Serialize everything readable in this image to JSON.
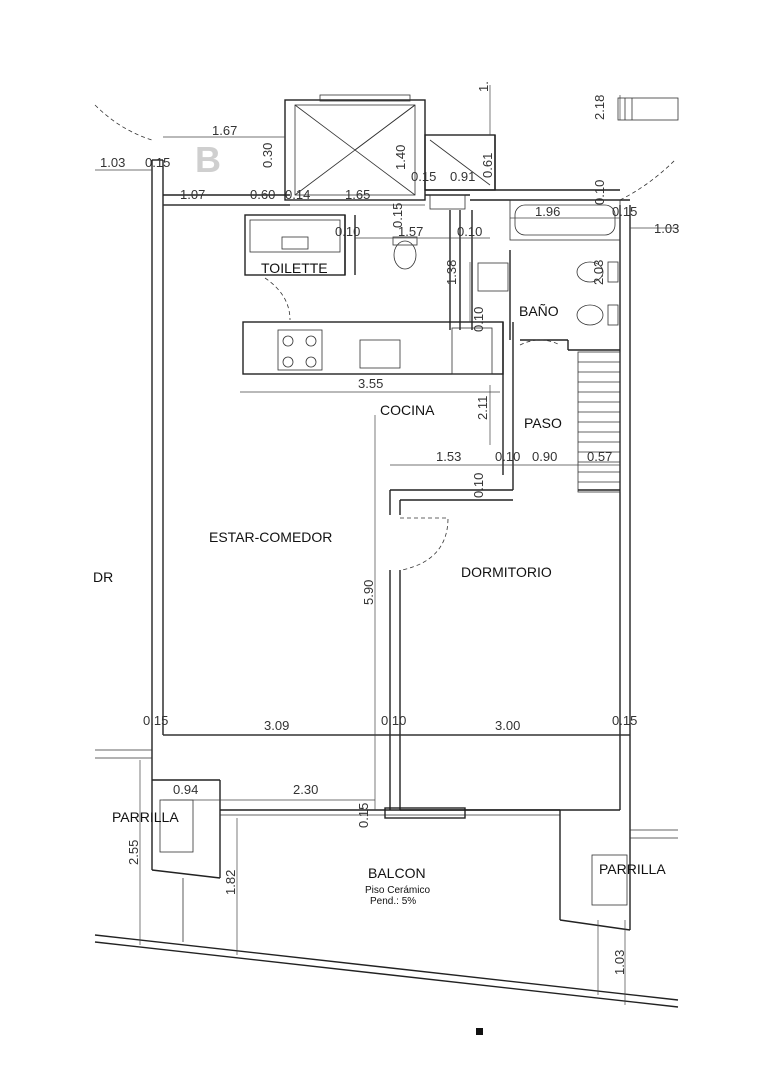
{
  "block_letter": "B",
  "rooms": {
    "toilette": "TOILETTE",
    "bano": "BAÑO",
    "cocina": "COCINA",
    "paso": "PASO",
    "estar_comedor": "ESTAR-COMEDOR",
    "dormitorio": "DORMITORIO",
    "parrilla_left": "PARRILLA",
    "parrilla_right": "PARRILLA",
    "balcon": "BALCON",
    "balcon_floor": "Piso Cerámico",
    "balcon_slope": "Pend.: 5%",
    "left_cut": "DR"
  },
  "dimensions": {
    "d_1_67": "1.67",
    "d_0_30": "0.30",
    "d_1_03_top": "1.03",
    "d_0_15_a": "0.15",
    "d_1_07": "1.07",
    "d_0_60": "0.60",
    "d_0_14": "0.14",
    "d_1_65": "1.65",
    "d_1_40": "1.40",
    "d_0_15_b": "0.15",
    "d_0_91": "0.91",
    "d_0_61": "0.61",
    "d_2_18": "2.18",
    "d_0_10_a": "0.10",
    "d_1_96": "1.96",
    "d_0_15_c": "0.15",
    "d_1_03_right": "1.03",
    "d_0_15_d": "0.15",
    "d_0_10_b": "0.10",
    "d_1_57": "1.57",
    "d_0_10_c": "0.10",
    "d_2_03": "2.03",
    "d_1_38": "1.38",
    "d_0_10_d": "0.10",
    "d_3_55": "3.55",
    "d_2_11": "2.11",
    "d_1_53": "1.53",
    "d_0_10_e": "0.10",
    "d_0_90": "0.90",
    "d_0_57": "0.57",
    "d_0_10_f": "0.10",
    "d_5_90": "5.90",
    "d_0_15_e": "0.15",
    "d_3_09": "3.09",
    "d_0_10_g": "0.10",
    "d_3_00": "3.00",
    "d_0_15_f": "0.15",
    "d_0_94": "0.94",
    "d_2_30": "2.30",
    "d_0_15_g": "0.15",
    "d_2_55": "2.55",
    "d_1_82": "1.82",
    "d_1_03_bottom": "1.03",
    "d_1_top": "1."
  }
}
